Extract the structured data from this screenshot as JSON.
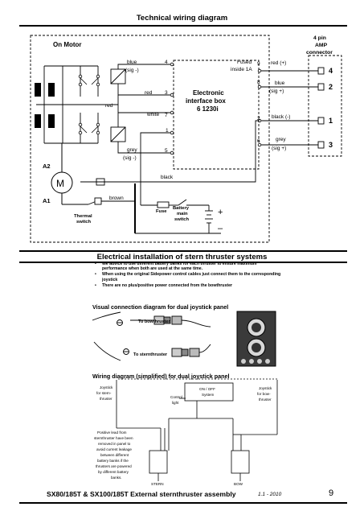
{
  "page": {
    "title": "Technical wiring diagram",
    "footer_title": "SX80/185T & SX100/185T External sternthruster assembly",
    "footer_date": "1.1 - 2010",
    "page_number": "9"
  },
  "wiring": {
    "on_motor": "On Motor",
    "connector_header": [
      "4 pin",
      "AMP",
      "connector"
    ],
    "blue_sig_minus": [
      "blue",
      "(sig -)"
    ],
    "red_top": "red",
    "red_left": "red",
    "white": "white",
    "grey_sig_minus": [
      "grey",
      "(sig -)"
    ],
    "black": "black",
    "brown": "brown",
    "motor_symbol": "M",
    "a2": "A2",
    "a1": "A1",
    "thermal_switch": [
      "Thermal",
      "switch"
    ],
    "fuse": "Fuse",
    "battery_switch": [
      "Battery",
      "main",
      "switch"
    ],
    "plus": "+",
    "minus": "–",
    "box_title": [
      "Electronic",
      "interface box",
      "6 1230i"
    ],
    "fused_inside": [
      "Fused",
      "inside 1A"
    ],
    "left_pins": [
      "4",
      "3",
      "7",
      "1",
      "5"
    ],
    "right_pins": [
      "9",
      "8",
      "2",
      "6"
    ],
    "wire_labels": [
      [
        "red (+)"
      ],
      [
        "blue",
        "(sig +)"
      ],
      [
        "black (-)"
      ],
      [
        "grey",
        "(sig +)"
      ]
    ],
    "amp_pins": [
      "4",
      "2",
      "1",
      "3"
    ]
  },
  "install": {
    "title": "Electrical installation of stern thruster systems",
    "bullets": [
      "We advice to use different battery banks for each thruster to ensure maximum performance when both are used at the same time.",
      "When using the original Sidepower control cables just connect them to the corresponding joystick",
      "There are no plus/positive power connected from the bowthruster"
    ]
  },
  "visual": {
    "title": "Visual connection diagram for dual joystick panel",
    "to_bow": "To bowthruster",
    "to_stern": "To sternthruster"
  },
  "simplified": {
    "title": "Wiring diagram (simplified) for dual joystick panel",
    "joystick_stern": [
      "Joystick",
      "for stern-",
      "thruster"
    ],
    "control_light": [
      "Control",
      "light"
    ],
    "on_off": [
      "ON / OFF",
      "System"
    ],
    "joystick_bow": [
      "Joystick",
      "for bow-",
      "thruster"
    ],
    "positive_note": [
      "Positive lead from",
      "sternthruster have been",
      "removed in panel to",
      "avoid current leakage",
      "between different",
      "battery banks if the",
      "thrusters are powered",
      "by different battery",
      "banks."
    ],
    "stern": "STERN",
    "bow": "BOW"
  }
}
